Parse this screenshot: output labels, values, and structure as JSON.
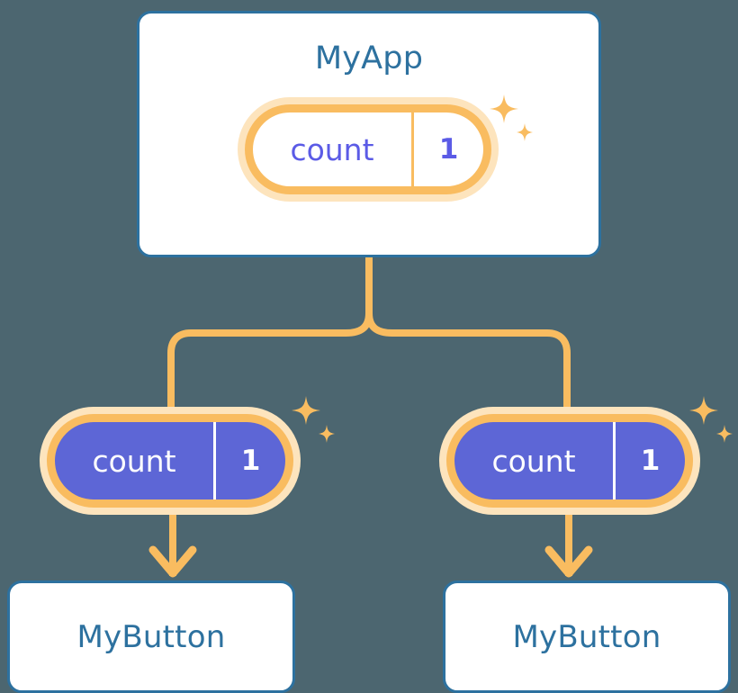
{
  "theme": {
    "background": "#4c6670",
    "card_border": "#2d719f",
    "card_fill": "#ffffff",
    "title_text": "#2d719f",
    "ring_orange": "#f9bc60",
    "ring_glow": "#fde4bd",
    "pill_purple": "#5d66d6",
    "pill_text_purple": "#5b5be6",
    "pill_text_white": "#ffffff",
    "connector": "#f9bc60"
  },
  "diagram": {
    "type": "component-state-tree",
    "root": {
      "title": "MyApp",
      "state": {
        "key": "count",
        "value": "1"
      }
    },
    "children": [
      {
        "state": {
          "key": "count",
          "value": "1"
        },
        "title": "MyButton"
      },
      {
        "state": {
          "key": "count",
          "value": "1"
        },
        "title": "MyButton"
      }
    ]
  },
  "icons": {
    "sparkle": "sparkle-icon",
    "arrow_down": "arrow-down-icon"
  }
}
